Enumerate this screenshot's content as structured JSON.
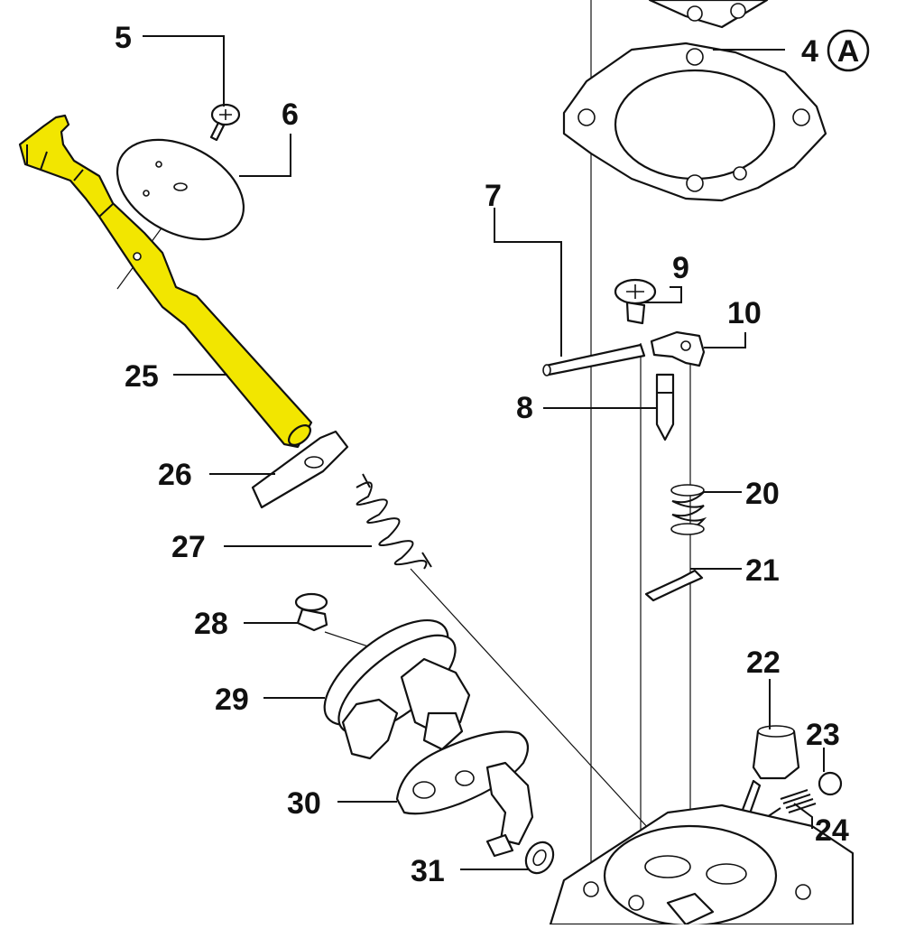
{
  "diagram": {
    "highlight_color": "#f2e600",
    "line_color": "#111111",
    "background": "#ffffff",
    "callout_badge": "A",
    "parts": [
      {
        "id": "4",
        "label": "4"
      },
      {
        "id": "5",
        "label": "5"
      },
      {
        "id": "6",
        "label": "6"
      },
      {
        "id": "7",
        "label": "7"
      },
      {
        "id": "8",
        "label": "8"
      },
      {
        "id": "9",
        "label": "9"
      },
      {
        "id": "10",
        "label": "10"
      },
      {
        "id": "20",
        "label": "20"
      },
      {
        "id": "21",
        "label": "21"
      },
      {
        "id": "22",
        "label": "22"
      },
      {
        "id": "23",
        "label": "23"
      },
      {
        "id": "24",
        "label": "24"
      },
      {
        "id": "25",
        "label": "25",
        "highlighted": true
      },
      {
        "id": "26",
        "label": "26"
      },
      {
        "id": "27",
        "label": "27"
      },
      {
        "id": "28",
        "label": "28"
      },
      {
        "id": "29",
        "label": "29"
      },
      {
        "id": "30",
        "label": "30"
      },
      {
        "id": "31",
        "label": "31"
      }
    ]
  }
}
